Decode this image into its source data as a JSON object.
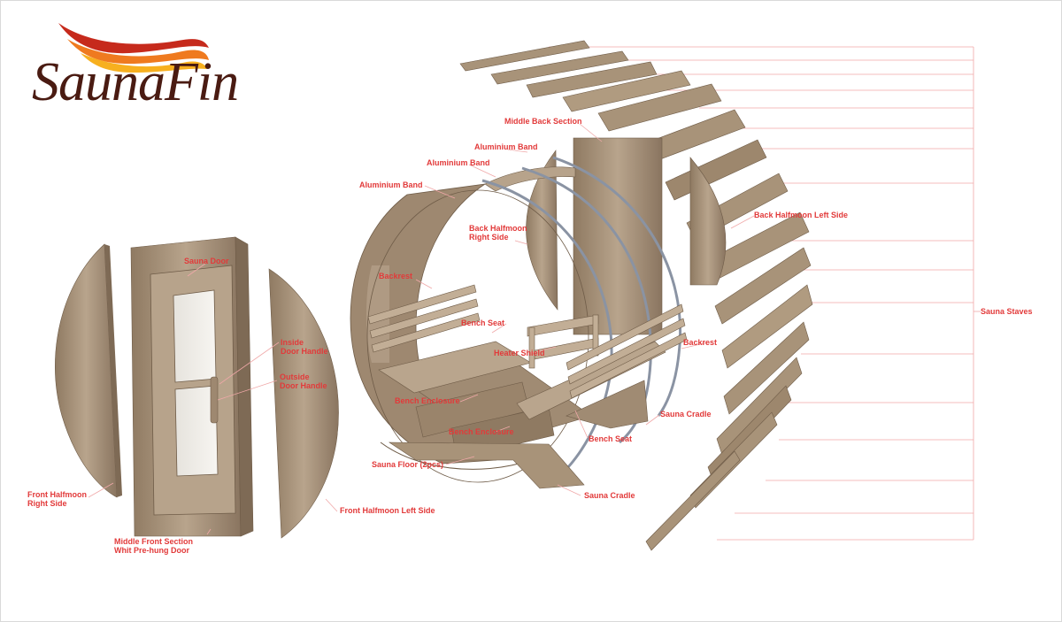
{
  "logo": {
    "text": "SaunaFin",
    "text_color": "#4a1b12",
    "flame_colors": [
      "#c62a1c",
      "#ef7a1f",
      "#f7b01f"
    ]
  },
  "colors": {
    "label": "#e23a3a",
    "leader": "#f0a8a8",
    "wood": "#a08b73",
    "wood_light": "#c7b39c",
    "wood_dark": "#7e6a55",
    "band": "#8a93a3"
  },
  "labels": {
    "middle_back_section": "Middle Back Section",
    "aluminium_band_1": "Aluminium Band",
    "aluminium_band_2": "Aluminium Band",
    "aluminium_band_3": "Aluminium Band",
    "back_halfmoon_right_side": [
      "Back Halfmoon",
      "Right Side"
    ],
    "back_halfmoon_left_side": "Back Halfmoon Left Side",
    "sauna_staves": "Sauna Staves",
    "sauna_door": "Sauna Door",
    "inside_door_handle": [
      "Inside",
      "Door Handle"
    ],
    "outside_door_handle": [
      "Outside",
      "Door Handle"
    ],
    "backrest_1": "Backrest",
    "backrest_2": "Backrest",
    "bench_seat_1": "Bench Seat",
    "bench_seat_2": "Bench Seat",
    "heater_shield": "Heater Shield",
    "bench_enclosure_1": "Bench Enclosure",
    "bench_enclosure_2": "Bench Enclosure",
    "sauna_cradle_1": "Sauna Cradle",
    "sauna_cradle_2": "Sauna Cradle",
    "sauna_floor": "Sauna Floor (2pcs)",
    "front_halfmoon_right_side": [
      "Front Halfmoon",
      "Right Side"
    ],
    "front_halfmoon_left_side": "Front Halfmoon Left Side",
    "middle_front_section": [
      "Middle Front Section",
      "Whit Pre-hung Door"
    ]
  }
}
